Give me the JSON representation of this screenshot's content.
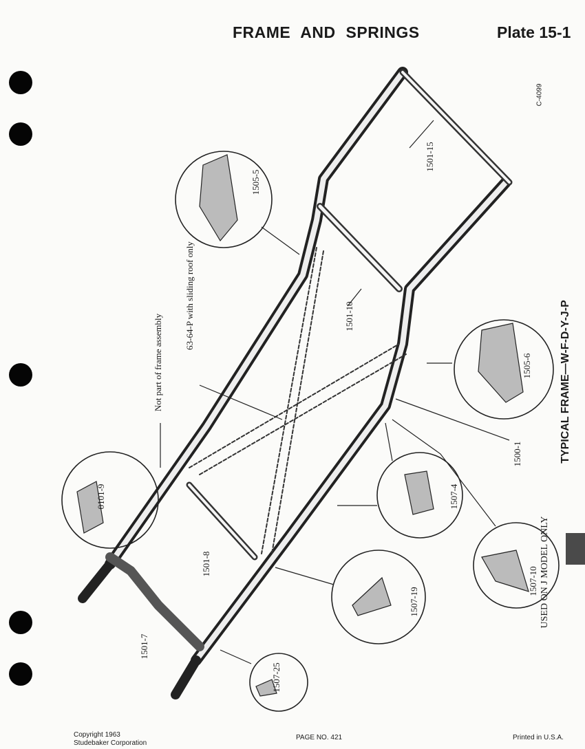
{
  "header": {
    "title": "FRAME AND SPRINGS",
    "plate": "Plate 15-1"
  },
  "drawing_number": "C-4099",
  "side_title": "TYPICAL FRAME—W-F-D-Y-J-P",
  "callouts": {
    "p1501_15": "1501-15",
    "p1505_5": "1505-5",
    "note_sliding_roof": "63-64-P with sliding roof only",
    "note_not_part": "Not part of frame assembly",
    "p1501_10": "1501-10",
    "p1505_6": "1505-6",
    "p1500_1": "1500-1",
    "p0101_9": "0101-9",
    "p1507_4": "1507-4",
    "p1501_8": "1501-8",
    "p1507_10": "1507-10",
    "note_j_model": "USED ON J MODEL ONLY",
    "p1507_19": "1507-19",
    "p1501_7": "1501-7",
    "p1507_25": "1507-25"
  },
  "footer": {
    "copyright_line1": "Copyright 1963",
    "copyright_line2": "Studebaker Corporation",
    "page": "PAGE NO. 421",
    "printed": "Printed in U.S.A."
  },
  "colors": {
    "ink": "#1a1a1a",
    "paper": "#fbfbf9",
    "tab": "#4a4a4a"
  }
}
